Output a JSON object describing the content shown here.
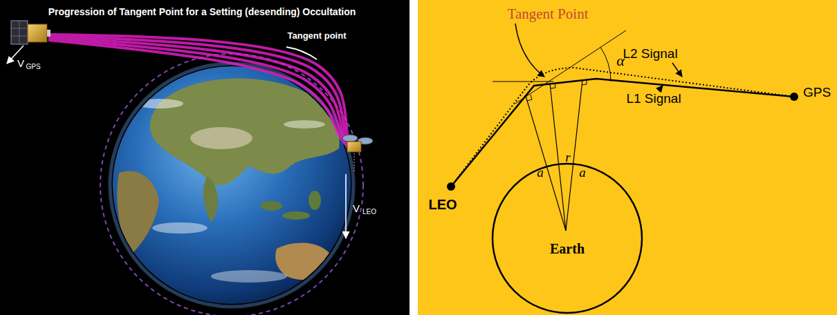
{
  "diagram": {
    "title": "Progression of Tangent Point for a Setting (desending) Occultation",
    "nodes": [
      {
        "text": [
          "Earth"
        ]
      }
    ],
    "labels": [
      "Tangent point",
      "V",
      "GPS",
      "V",
      "LEO",
      "Tangent Point",
      "L2 Signal",
      "L1 Signal",
      "GPS",
      "LEO",
      "a",
      "r",
      "a",
      "α"
    ]
  }
}
